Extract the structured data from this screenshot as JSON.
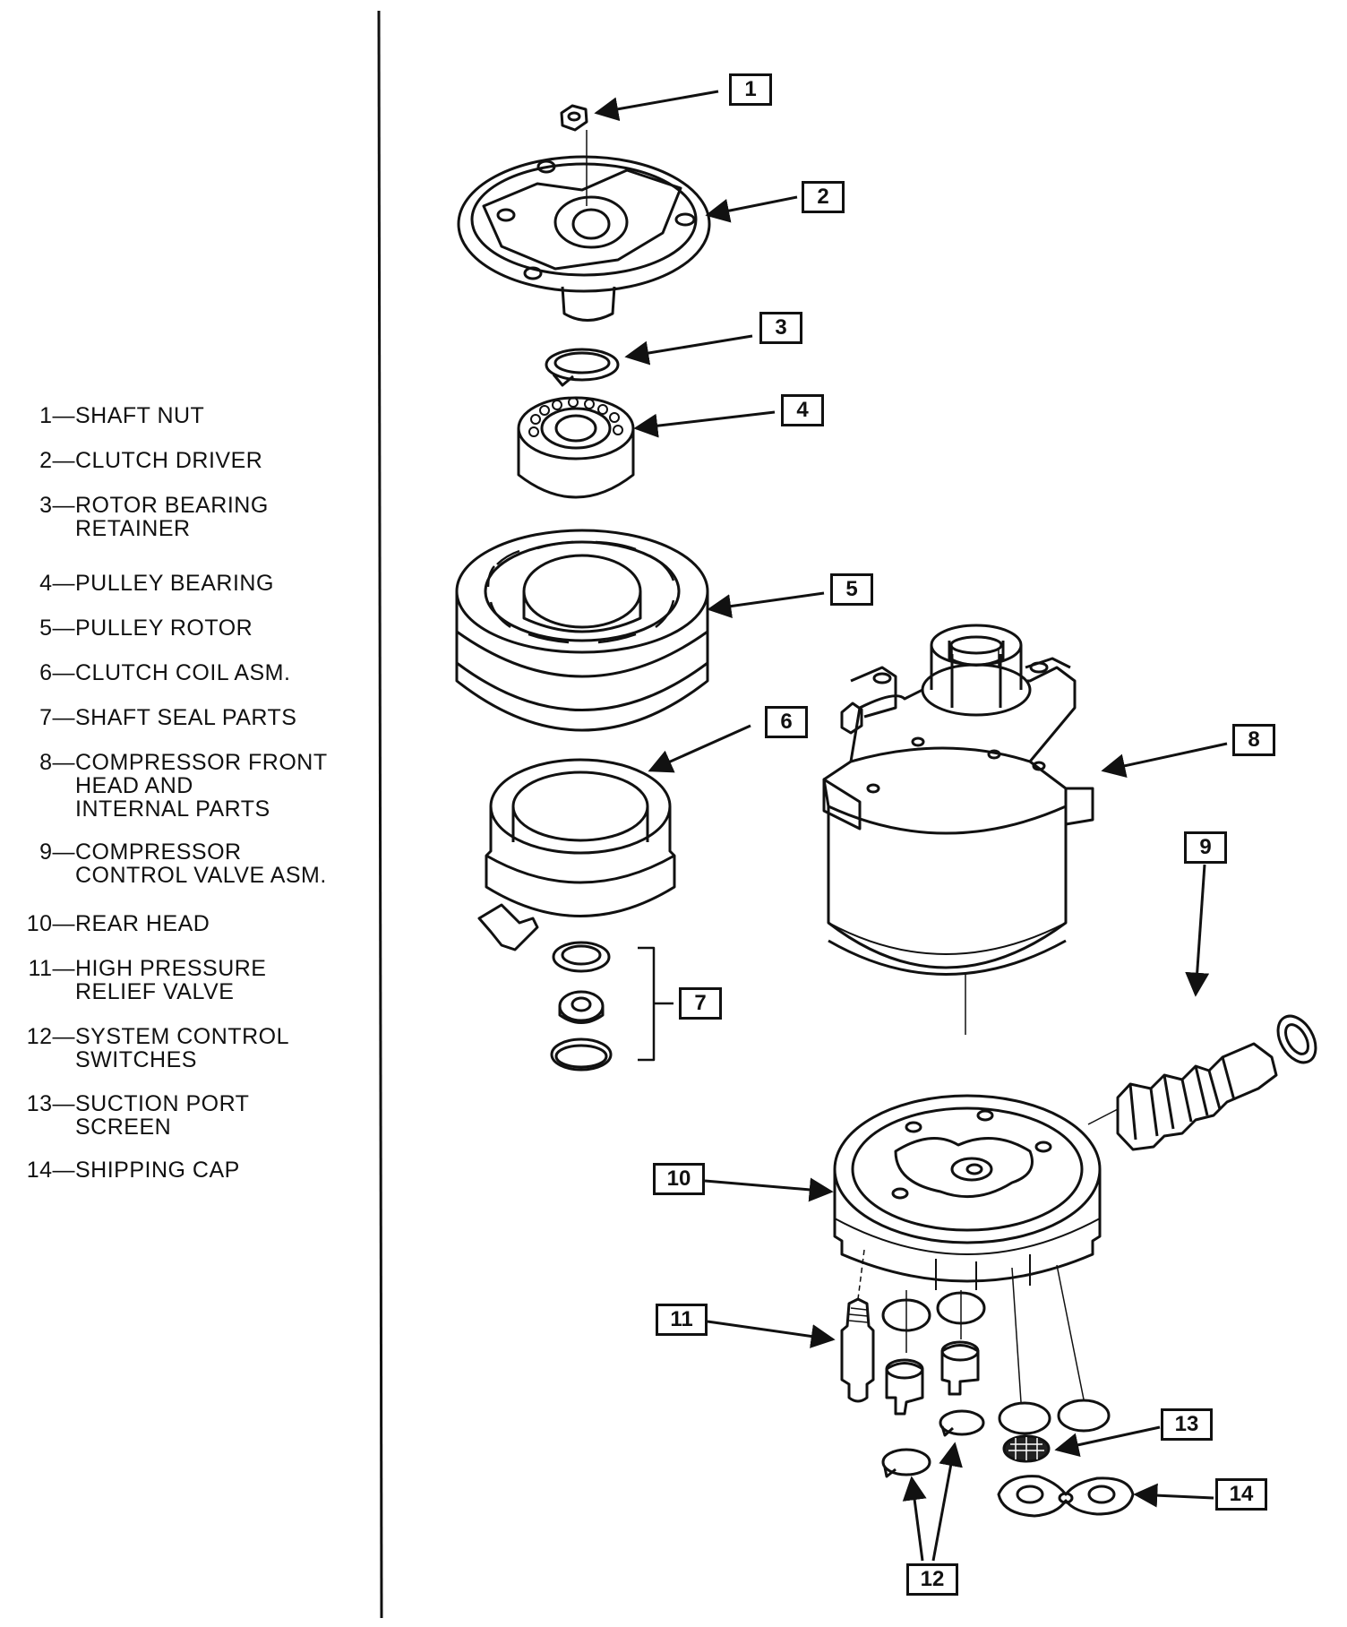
{
  "legend": [
    {
      "num": "1",
      "lines": [
        "SHAFT NUT"
      ]
    },
    {
      "num": "2",
      "lines": [
        "CLUTCH DRIVER"
      ]
    },
    {
      "num": "3",
      "lines": [
        "ROTOR BEARING",
        "RETAINER"
      ]
    },
    {
      "num": "4",
      "lines": [
        "PULLEY BEARING"
      ]
    },
    {
      "num": "5",
      "lines": [
        "PULLEY ROTOR"
      ]
    },
    {
      "num": "6",
      "lines": [
        "CLUTCH COIL ASM."
      ]
    },
    {
      "num": "7",
      "lines": [
        "SHAFT SEAL PARTS"
      ]
    },
    {
      "num": "8",
      "lines": [
        "COMPRESSOR FRONT",
        "HEAD  AND",
        "INTERNAL PARTS"
      ]
    },
    {
      "num": "9",
      "lines": [
        "COMPRESSOR",
        "CONTROL VALVE ASM."
      ]
    },
    {
      "num": "10",
      "lines": [
        "REAR HEAD"
      ]
    },
    {
      "num": "11",
      "lines": [
        "HIGH PRESSURE",
        "RELIEF VALVE"
      ]
    },
    {
      "num": "12",
      "lines": [
        "SYSTEM CONTROL",
        "SWITCHES"
      ]
    },
    {
      "num": "13",
      "lines": [
        "SUCTION PORT",
        "SCREEN"
      ]
    },
    {
      "num": "14",
      "lines": [
        "SHIPPING CAP"
      ]
    }
  ],
  "separator": "—",
  "callouts": [
    "1",
    "2",
    "3",
    "4",
    "5",
    "6",
    "7",
    "8",
    "9",
    "10",
    "11",
    "12",
    "13",
    "14"
  ]
}
